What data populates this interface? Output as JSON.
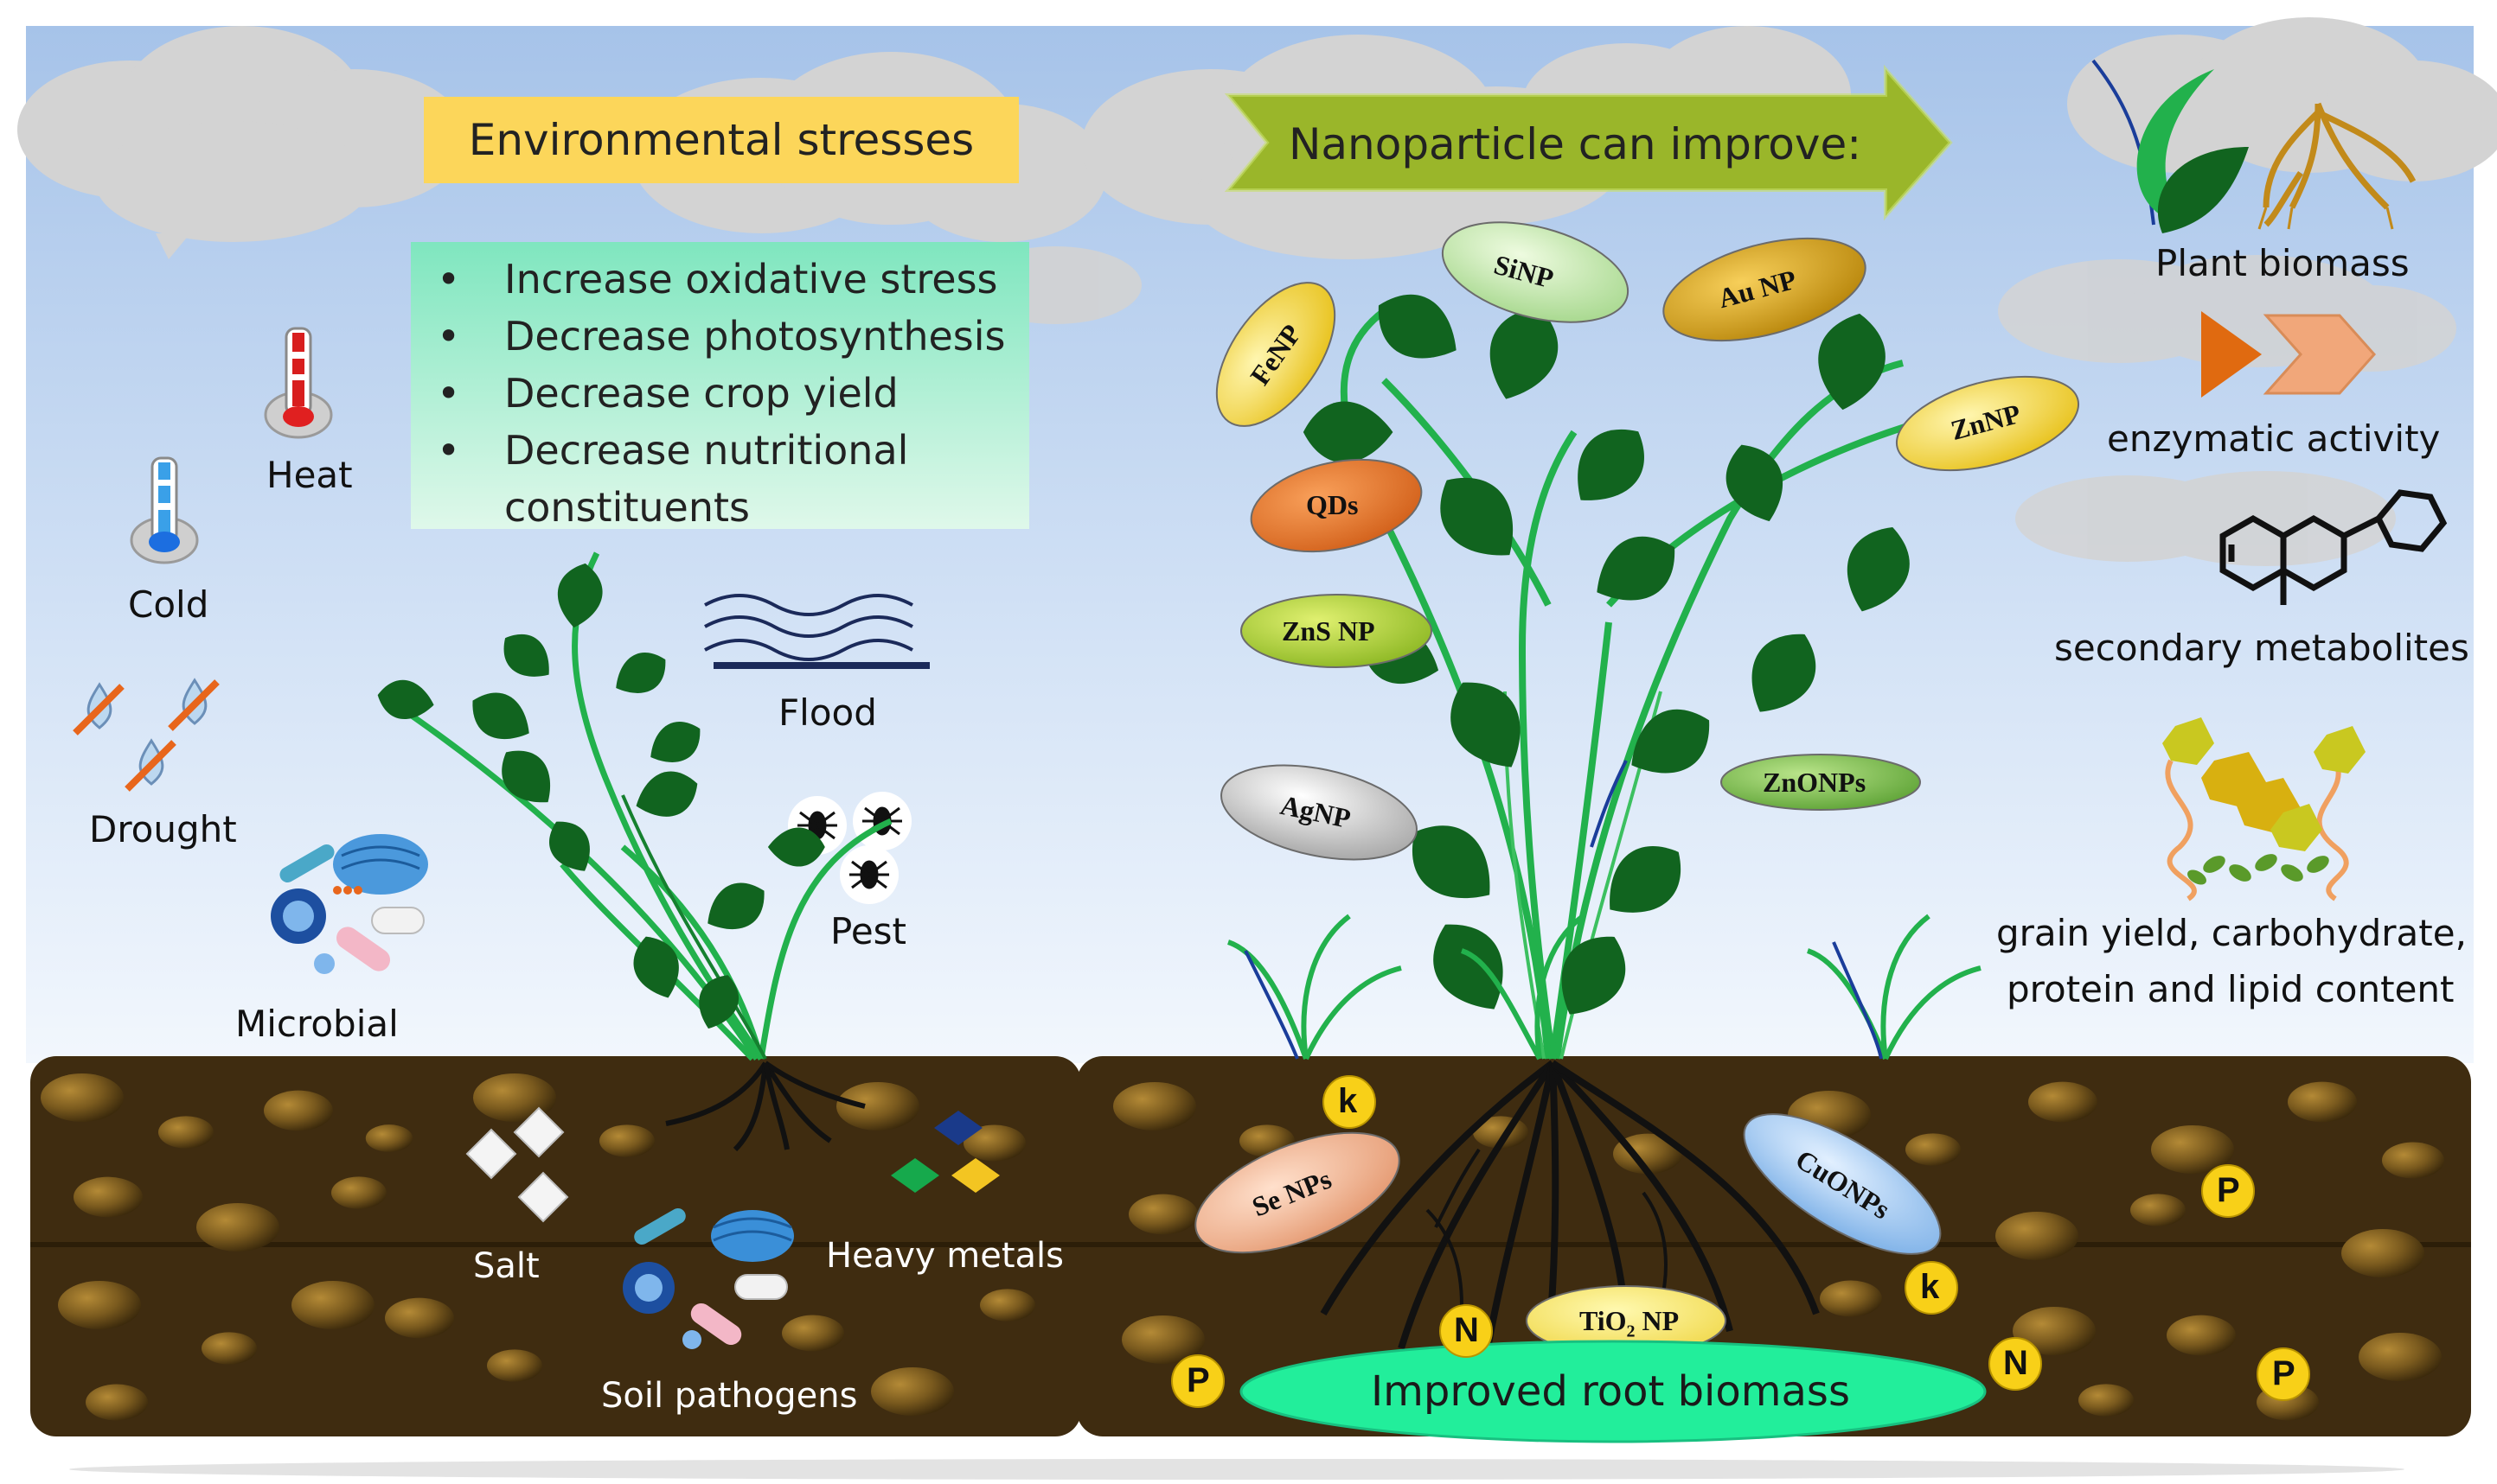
{
  "stress_panel": {
    "banner": "Environmental stresses",
    "effects": [
      "Increase oxidative stress",
      "Decrease photosynthesis",
      "Decrease crop yield",
      "Decrease nutritional constituents"
    ],
    "stressors": {
      "heat": "Heat",
      "cold": "Cold",
      "drought": "Drought",
      "microbial": "Microbial",
      "flood": "Flood",
      "pest": "Pest",
      "salt": "Salt",
      "soil_pathogens": "Soil pathogens",
      "heavy_metals": "Heavy metals"
    }
  },
  "improve_panel": {
    "banner": "Nanoparticle can improve:",
    "benefits": {
      "plant_biomass": "Plant biomass",
      "enzymatic": "enzymatic activity",
      "secondary": "secondary metabolites",
      "grain_line1": "grain yield, carbohydrate,",
      "grain_line2": "protein and lipid content",
      "root": "Improved root biomass"
    },
    "nanoparticles": {
      "fenp": "FeNP",
      "sinp": "SiNP",
      "aunp": "Au NP",
      "znnp": "ZnNP",
      "qds": "QDs",
      "zns": "ZnS NP",
      "agnp": "AgNP",
      "znonps": "ZnONPs",
      "senps": "Se NPs",
      "cuonps": "CuONPs",
      "tio2_main": "TiO",
      "tio2_sub": "2",
      "tio2_tail": " NP"
    },
    "nutrients": {
      "k": "k",
      "n": "N",
      "p": "P"
    }
  },
  "colors": {
    "sky_top": "#a9c6ea",
    "sky_bottom": "#e9f1fb",
    "soil": "#3f2c10",
    "leaf": "#11641f",
    "stem": "#22b14c",
    "banner_yellow": "#fcd65a",
    "arrow_green": "#9ab62a",
    "root_ellipse": "#22ee9b",
    "nutrient_circle": "#f8d018"
  }
}
